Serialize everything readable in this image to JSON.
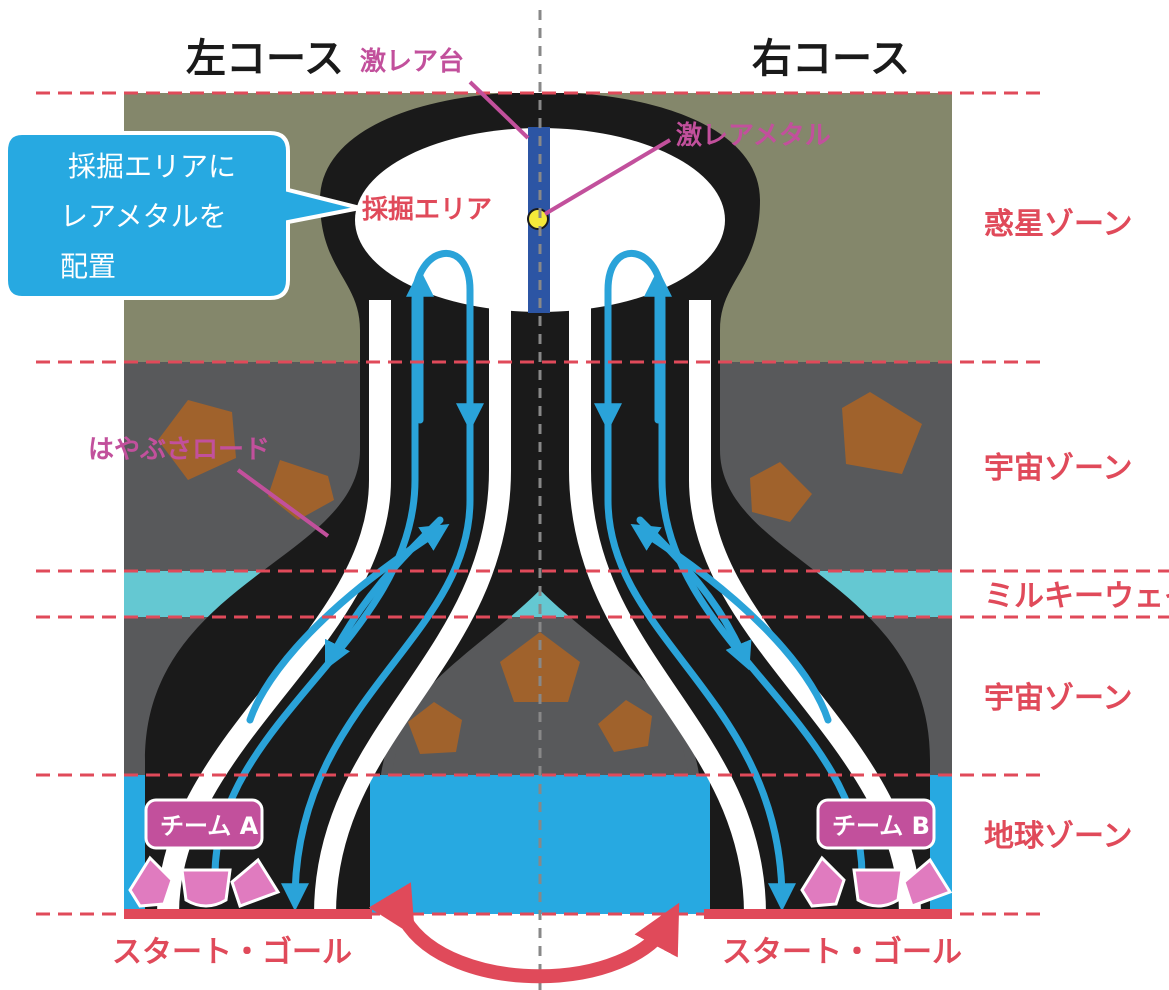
{
  "courses": {
    "left": "左コース",
    "right": "右コース"
  },
  "zones": {
    "planet": "惑星ゾーン",
    "space_upper": "宇宙ゾーン",
    "milky_way": "ミルキーウェイ",
    "space_lower": "宇宙ゾーン",
    "earth": "地球ゾーン"
  },
  "callouts": {
    "super_rare_stand": "激レア台",
    "super_rare_metal": "激レアメタル",
    "mining_area": "採掘エリア",
    "hayabusa_road": "はやぶさロード"
  },
  "note": {
    "line1": "採掘エリアに",
    "line2": "レアメタルを",
    "line3": "配置"
  },
  "teams": {
    "a": "チーム A",
    "b": "チーム B"
  },
  "start_goal": {
    "left": "スタート・ゴール",
    "right": "スタート・ゴール"
  },
  "colors": {
    "planet_zone": "#84876b",
    "space_zone": "#58595b",
    "milky_way": "#64c8d2",
    "earth_zone": "#27a9e1",
    "track": "#1a1a1a",
    "lane_arrow": "#2aa3d9",
    "label_red": "#e04a5a",
    "label_pink": "#c2509c",
    "team_badge": "#c2509c",
    "rock": "#a0622c",
    "rare_stand": "#2c55a4",
    "rare_metal": "#f5e93a"
  },
  "icons": {
    "robot": "robot-icon",
    "rock": "asteroid-icon",
    "swap": "double-arrow-icon"
  }
}
